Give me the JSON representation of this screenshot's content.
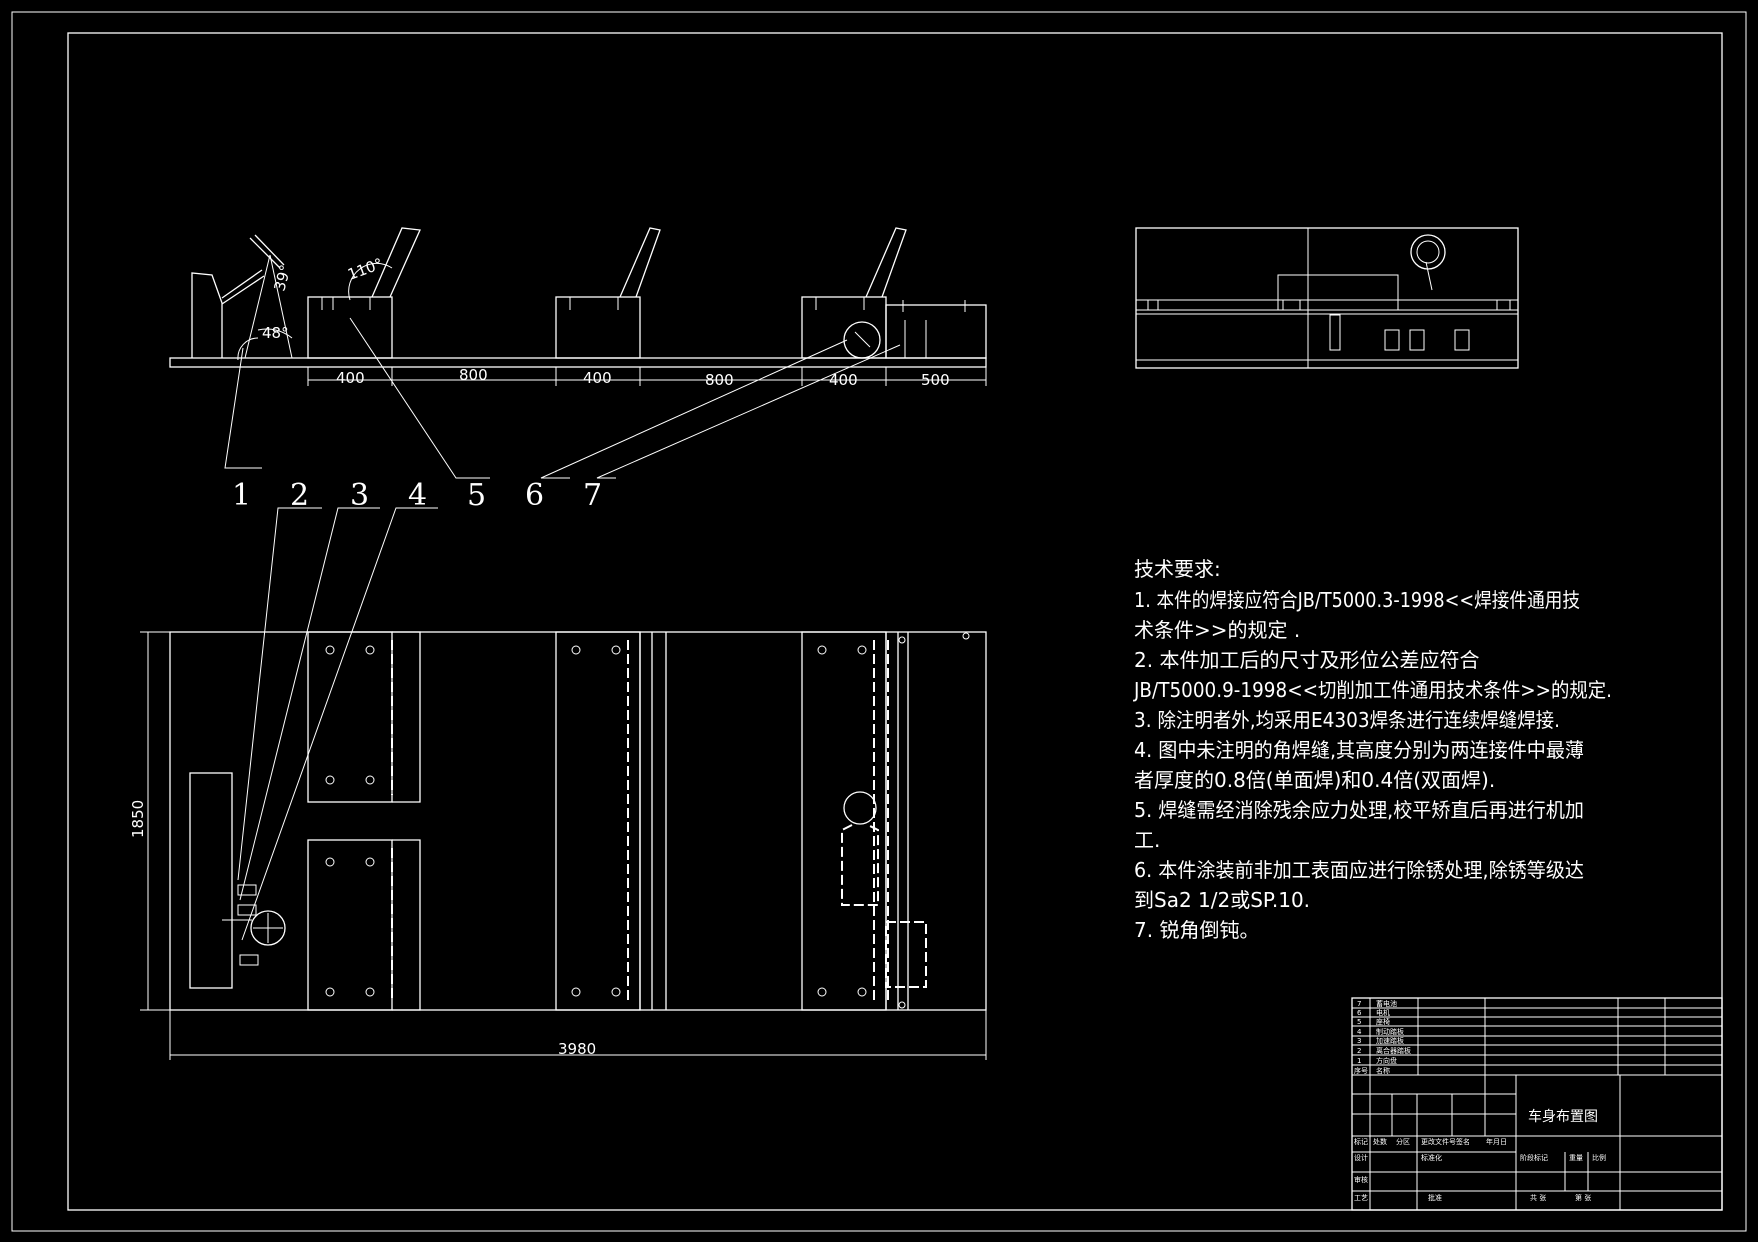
{
  "side_view": {
    "dimensions": [
      "400",
      "800",
      "400",
      "800",
      "400",
      "500"
    ],
    "angles": [
      "110°",
      "39°",
      "48°"
    ]
  },
  "callouts": [
    "1",
    "2",
    "3",
    "4",
    "5",
    "6",
    "7"
  ],
  "plan_view": {
    "length": "3980",
    "width": "1850"
  },
  "technical_requirements": {
    "heading": "技术要求:",
    "lines": [
      "1. 本件的焊接应符合JB/T5000.3-1998<<焊接件通用技",
      "术条件>>的规定 .",
      "2. 本件加工后的尺寸及形位公差应符合",
      "JB/T5000.9-1998<<切削加工件通用技术条件>>的规定.",
      "3. 除注明者外,均采用E4303焊条进行连续焊缝焊接.",
      "4. 图中未注明的角焊缝,其高度分别为两连接件中最薄",
      "者厚度的0.8倍(单面焊)和0.4倍(双面焊).",
      "5. 焊缝需经消除残余应力处理,校平矫直后再进行机加",
      "工.",
      "6. 本件涂装前非加工表面应进行除锈处理,除锈等级达",
      "到Sa2 1/2或SP.10.",
      "7. 锐角倒钝。"
    ]
  },
  "title_block": {
    "drawing_title": "车身布置图",
    "parts": [
      {
        "no": "7",
        "name": "蓄电池"
      },
      {
        "no": "6",
        "name": "电机"
      },
      {
        "no": "5",
        "name": "座椅"
      },
      {
        "no": "4",
        "name": "制动踏板"
      },
      {
        "no": "3",
        "name": "加速踏板"
      },
      {
        "no": "2",
        "name": "离合器踏板"
      },
      {
        "no": "1",
        "name": "方向盘"
      }
    ],
    "header": {
      "no": "序号",
      "name": "名称"
    },
    "small_labels": {
      "row_mark": "标记",
      "row_count": "处数",
      "row_zone": "分区",
      "row_change": "更改文件号",
      "row_sign": "签名",
      "row_date": "年月日",
      "row_design": "设计",
      "row_standard": "标准化",
      "row_review": "审核",
      "row_process": "工艺",
      "row_approve": "批准",
      "stage": "阶段标记",
      "weight": "重量",
      "scale": "比例",
      "sheet_total": "共 张",
      "sheet_no": "第 张"
    }
  }
}
